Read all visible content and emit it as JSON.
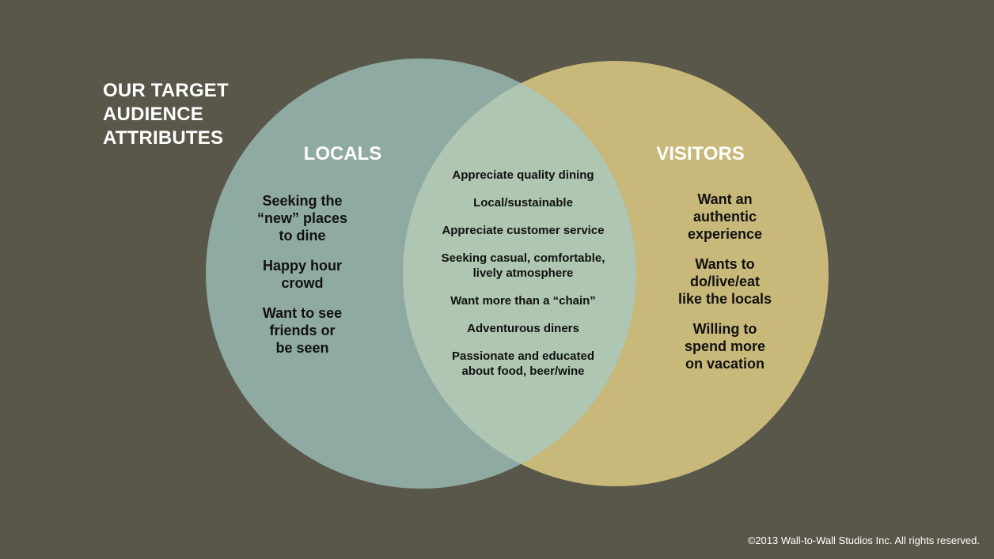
{
  "title": "OUR TARGET\nAUDIENCE\nATTRIBUTES",
  "colors": {
    "background": "#595749",
    "locals_circle": "#8fa9a3",
    "visitors_circle": "#c8b87a",
    "overlap": "#aec6b2"
  },
  "locals": {
    "heading": "LOCALS",
    "items": [
      "Seeking the\n“new” places\nto dine",
      "Happy hour\ncrowd",
      "Want to see\nfriends or\nbe seen"
    ]
  },
  "visitors": {
    "heading": "VISITORS",
    "items": [
      "Want an\nauthentic\nexperience",
      "Wants to\ndo/live/eat\nlike the locals",
      "Willing to\nspend more\non vacation"
    ]
  },
  "shared": {
    "items": [
      "Appreciate quality dining",
      "Local/sustainable",
      "Appreciate customer service",
      "Seeking casual, comfortable,\nlively atmosphere",
      "Want more than a “chain”",
      "Adventurous diners",
      "Passionate and educated\nabout food, beer/wine"
    ]
  },
  "copyright": "©2013 Wall-to-Wall Studios Inc. All rights reserved."
}
